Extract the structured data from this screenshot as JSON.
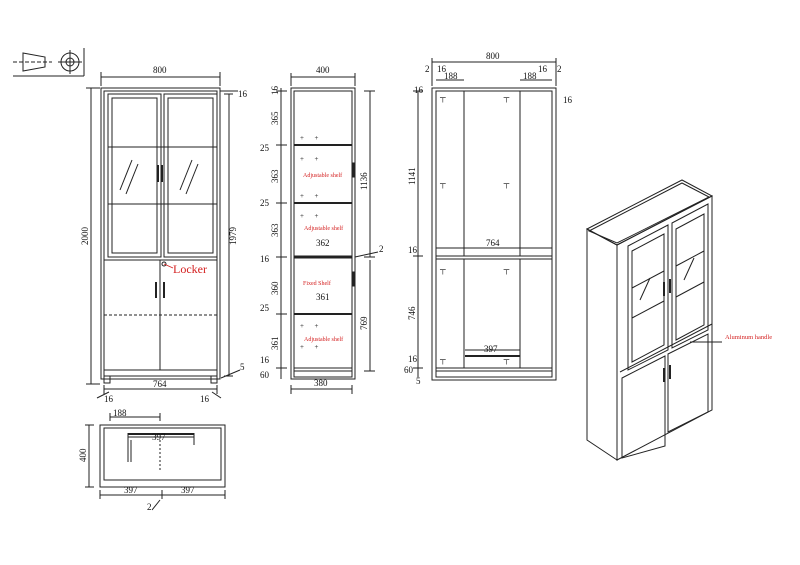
{
  "front_view": {
    "width": "800",
    "height_total": "2000",
    "height_inner": "1979",
    "top_thickness": "16",
    "inner_width": "764",
    "side_left": "16",
    "side_right": "16",
    "plinth": "5",
    "locker_label": "Locker"
  },
  "top_view": {
    "depth": "400",
    "offset": "188",
    "rod": "397",
    "left_half": "397",
    "right_half": "397",
    "gap": "2"
  },
  "side_section": {
    "depth_outer": "400",
    "depth_base": "380",
    "top": "16",
    "gaps": [
      "365",
      "25",
      "363",
      "25",
      "363",
      "16",
      "360",
      "25",
      "361",
      "16",
      "60"
    ],
    "shelf_widths": [
      "362",
      "361"
    ],
    "height_upper": "1136",
    "height_lower": "769",
    "gap_right": "2",
    "labels": [
      "Adjustable shelf",
      "Adjustable shelf",
      "Fixed Shelf",
      "Adjustable shelf"
    ]
  },
  "back_section": {
    "width": "800",
    "gap_left": "2",
    "gap_right": "2",
    "top_left": "16",
    "top_right": "16",
    "offset_left": "188",
    "offset_right": "188",
    "top": "16",
    "right_top": "16",
    "height_upper": "1141",
    "mid": "16",
    "inner_width": "764",
    "height_lower": "746",
    "bottom_shelf": "16",
    "base": "60",
    "plinth": "5",
    "rod": "397"
  },
  "iso_view": {
    "handle_label": "Aluminum handle"
  }
}
